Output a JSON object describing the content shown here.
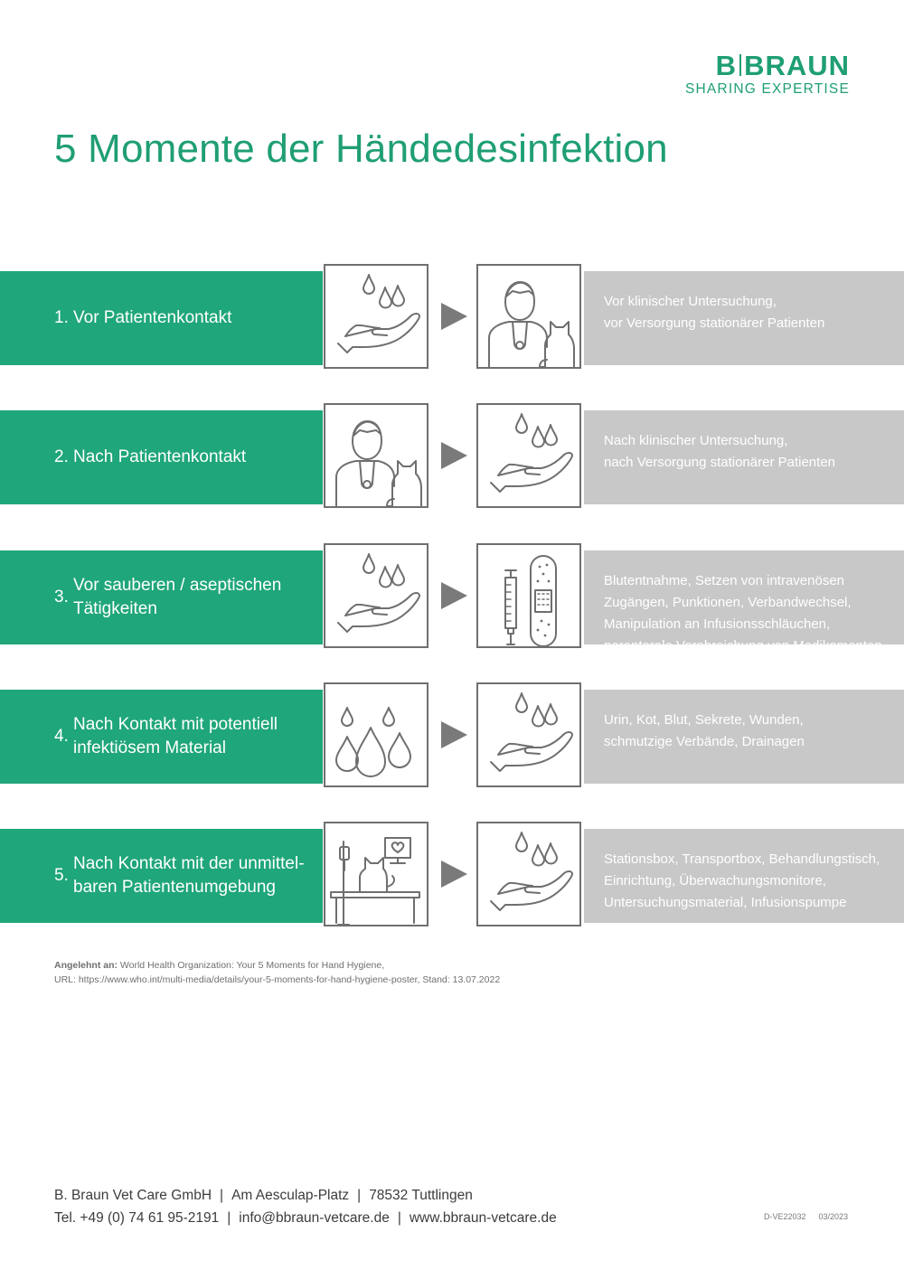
{
  "brand": {
    "logo_left": "B",
    "logo_right": "BRAUN",
    "tagline": "SHARING EXPERTISE",
    "color_primary": "#1fa67a",
    "color_gray": "#c8c8c8"
  },
  "title": "5 Momente der Händedesinfektion",
  "moments": [
    {
      "num": "1.",
      "label_lines": [
        "Vor Patientenkontakt"
      ],
      "icon1": "hand-drops-icon",
      "icon2": "vet-with-cat-icon",
      "desc_lines": [
        "Vor klinischer Untersuchung,",
        "vor Versorgung stationärer Patienten"
      ]
    },
    {
      "num": "2.",
      "label_lines": [
        "Nach Patientenkontakt"
      ],
      "icon1": "vet-with-cat-icon",
      "icon2": "hand-drops-icon",
      "desc_lines": [
        "Nach klinischer Untersuchung,",
        "nach Versorgung stationärer Patienten"
      ]
    },
    {
      "num": "3.",
      "label_lines": [
        "Vor sauberen / aseptischen",
        "Tätigkeiten"
      ],
      "icon1": "hand-drops-icon",
      "icon2": "syringe-bandage-icon",
      "desc_lines": [
        "Blutentnahme, Setzen von intravenösen",
        "Zugängen, Punktionen, Verbandwechsel,",
        "Manipulation an Infusionsschläuchen,",
        "parenterale Verabreichung von Medikamenten"
      ]
    },
    {
      "num": "4.",
      "label_lines": [
        "Nach Kontakt mit potentiell",
        "infektiösem Material"
      ],
      "icon1": "fluid-drops-icon",
      "icon2": "hand-drops-icon",
      "desc_lines": [
        "Urin, Kot, Blut, Sekrete, Wunden,",
        "schmutzige Verbände, Drainagen"
      ]
    },
    {
      "num": "5.",
      "label_lines": [
        "Nach Kontakt mit der unmittel-",
        "baren Patientenumgebung"
      ],
      "icon1": "patient-environment-icon",
      "icon2": "hand-drops-icon",
      "desc_lines": [
        "Stationsbox, Transportbox, Behandlungstisch,",
        "Einrichtung, Überwachungsmonitore,",
        "Untersuchungsmaterial, Infusionspumpe"
      ]
    }
  ],
  "source": {
    "prefix": "Angelehnt an:",
    "line1": "World Health Organization: Your 5 Moments for Hand Hygiene,",
    "line2": "URL: https://www.who.int/multi-media/details/your-5-moments-for-hand-hygiene-poster, Stand: 13.07.2022"
  },
  "footer": {
    "company": "B. Braun Vet Care GmbH",
    "street": "Am Aesculap-Platz",
    "city": "78532 Tuttlingen",
    "phone": "Tel. +49 (0) 74 61 95-2191",
    "email": "info@bbraun-vetcare.de",
    "web": "www.bbraun-vetcare.de",
    "separator": "|",
    "doc_code": "D-VE22032",
    "doc_date": "03/2023"
  }
}
